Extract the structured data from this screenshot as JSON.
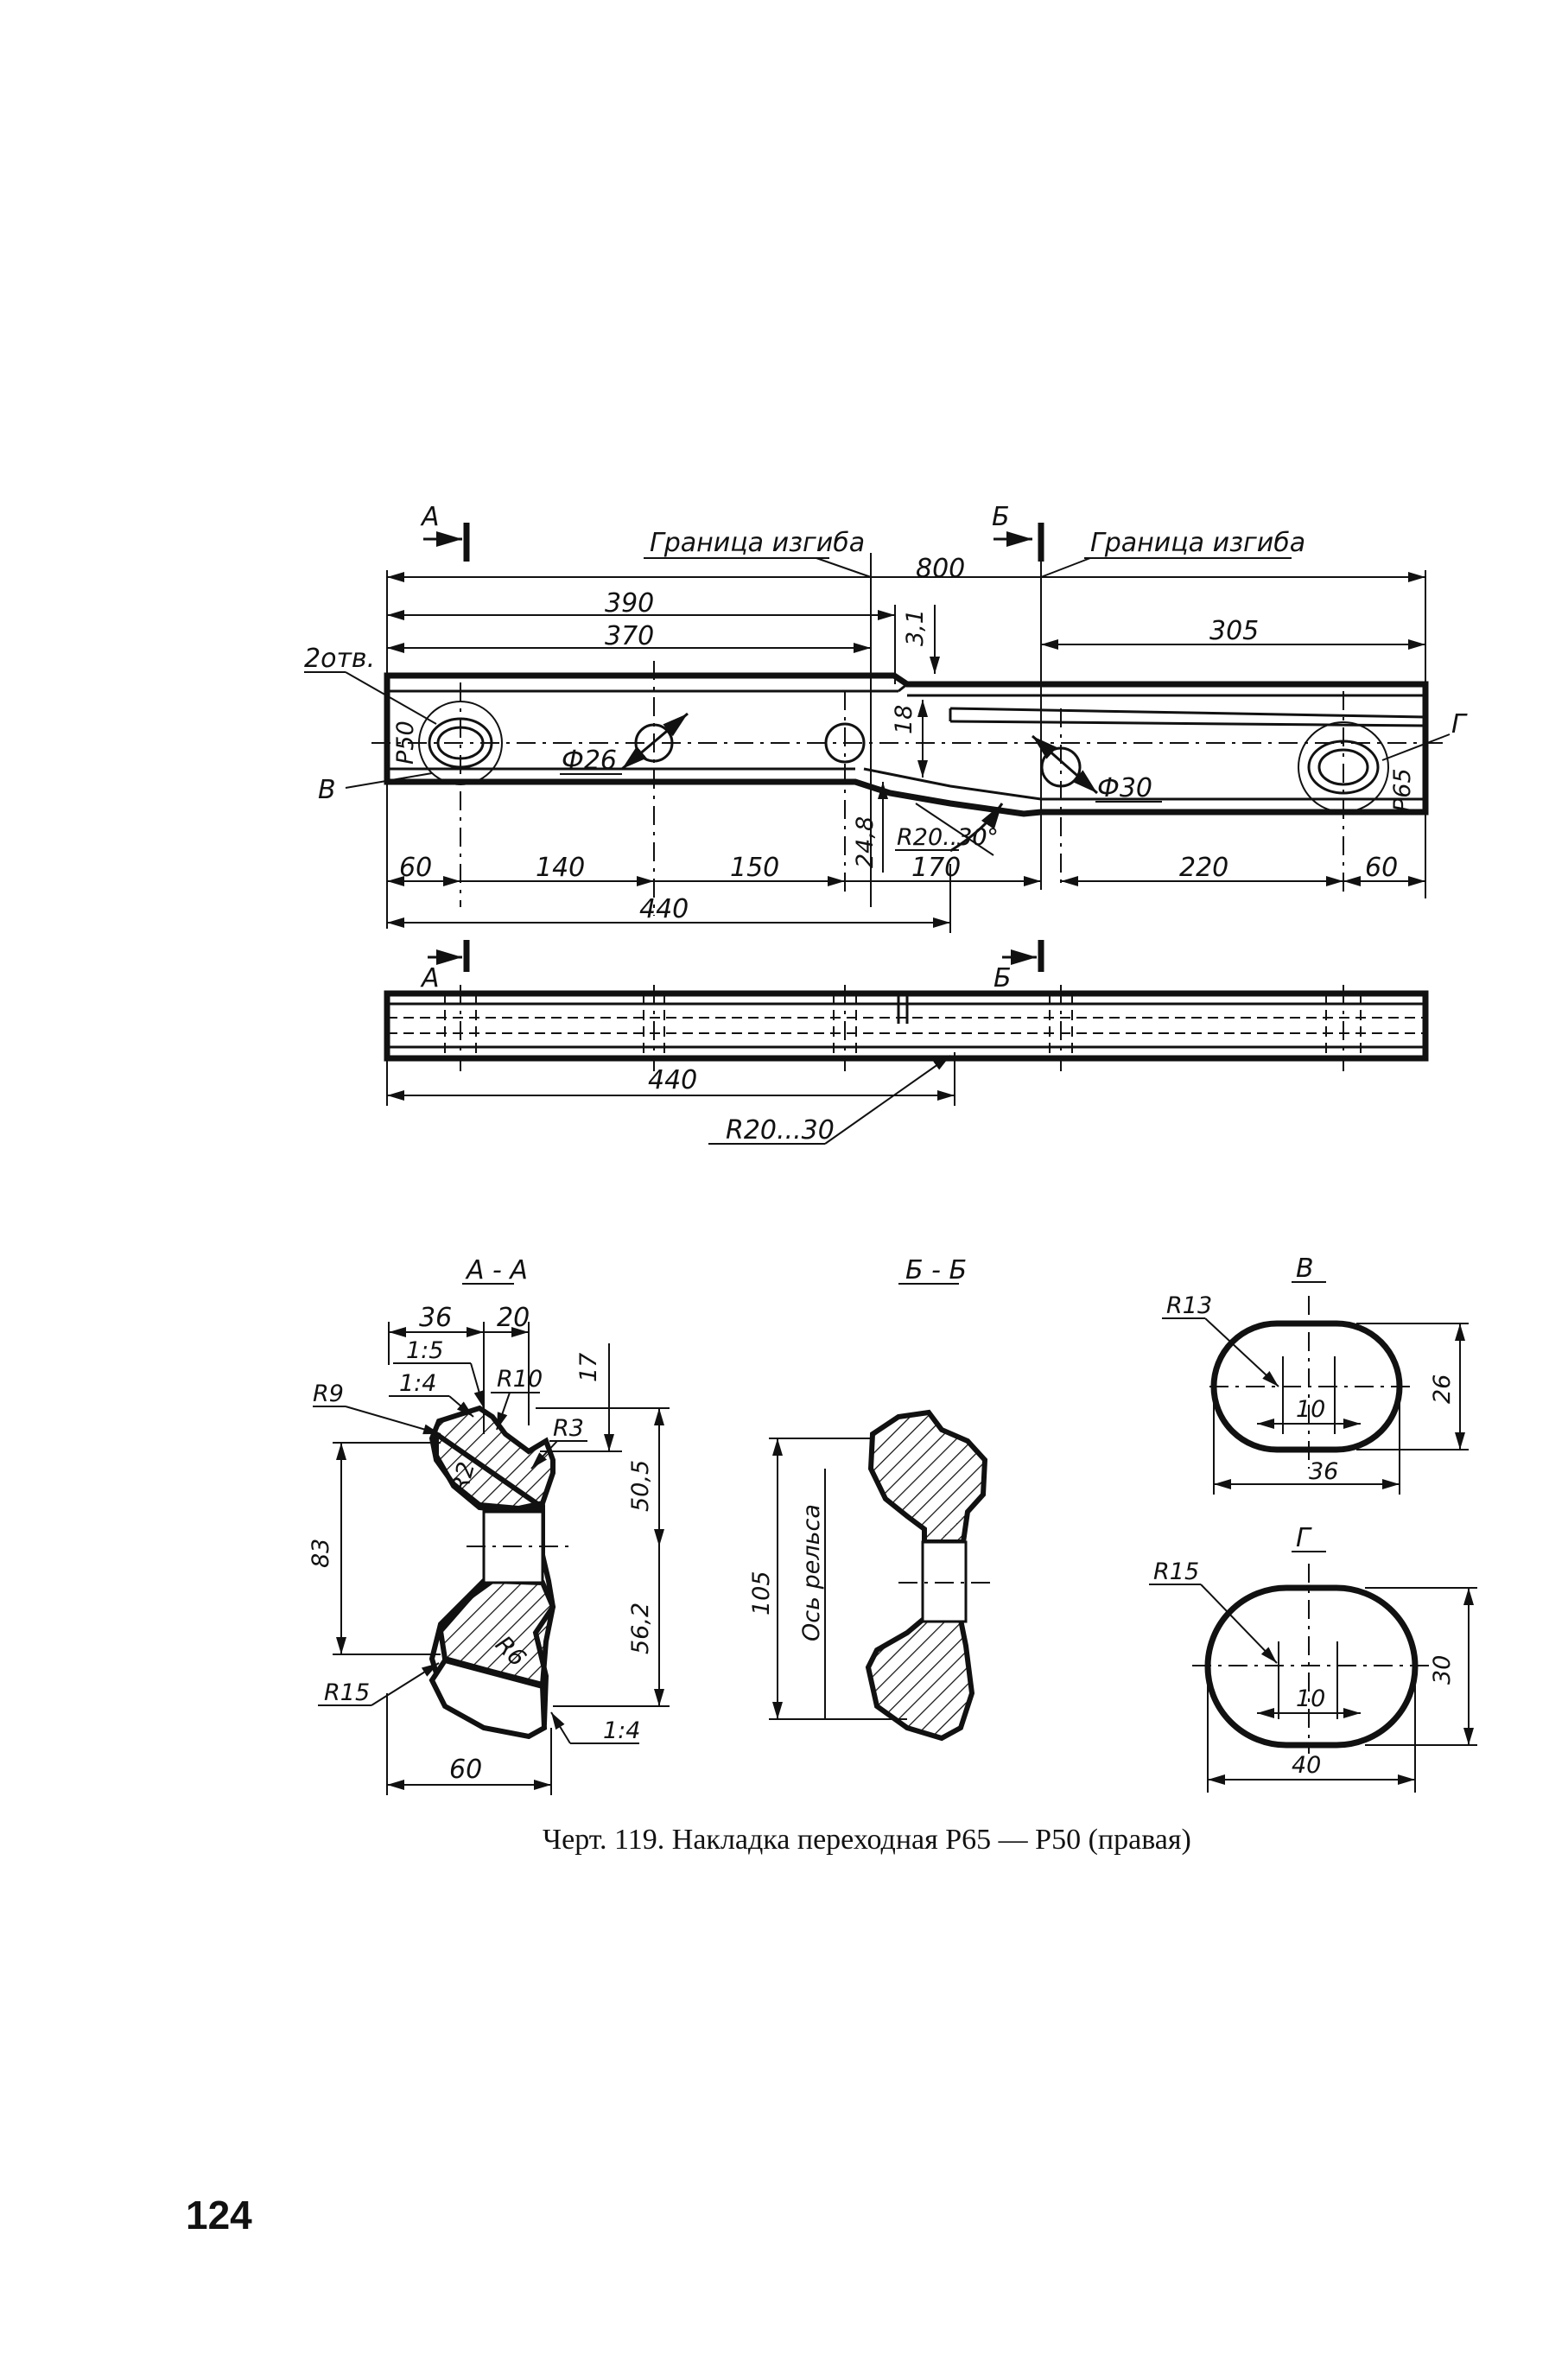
{
  "caption": "Черт. 119. Накладка переходная Р65 — Р50 (правая)",
  "page_number": "124",
  "top_view": {
    "section_mark_a": "А",
    "section_mark_b": "Б",
    "bend_boundary_left": "Граница изгиба",
    "bend_boundary_right": "Граница изгиба",
    "dim_total": "800",
    "dim_390": "390",
    "dim_370": "370",
    "dim_305": "305",
    "dim_3_1": "3,1",
    "dim_18": "18",
    "dim_24_8": "24,8",
    "dim_r20_30": "R20..30",
    "dim_30": "30°",
    "hole_d26": "Ф26",
    "hole_d30": "Ф30",
    "two_holes": "2отв.",
    "label_b": "В",
    "label_g": "Г",
    "rail_p50": "Р50",
    "rail_p65": "Р65",
    "dim_60_left": "60",
    "dim_140": "140",
    "dim_150": "150",
    "dim_170": "170",
    "dim_220": "220",
    "dim_60_right": "60",
    "dim_440": "440"
  },
  "side_view": {
    "section_mark_a": "А",
    "section_mark_b": "Б",
    "dim_440": "440",
    "dim_r20_30": "R20...30"
  },
  "section_aa": {
    "title": "А - А",
    "dim_36": "36",
    "dim_20": "20",
    "slope_1_5": "1:5",
    "slope_1_4": "1:4",
    "slope_1_4_bottom": "1:4",
    "r10": "R10",
    "r9": "R9",
    "r2": "R2",
    "r3": "R3",
    "r6": "R6",
    "r15": "R15",
    "dim_17": "17",
    "dim_50_5": "50,5",
    "dim_56_2": "56,2",
    "dim_83": "83",
    "dim_60": "60"
  },
  "section_bb": {
    "title": "Б - Б",
    "dim_105": "105",
    "rail_axis": "Ось рельса"
  },
  "detail_v": {
    "title": "В",
    "r13": "R13",
    "dim_10": "10",
    "dim_36": "36",
    "dim_26": "26"
  },
  "detail_g": {
    "title": "Г",
    "r15": "R15",
    "dim_10": "10",
    "dim_40": "40",
    "dim_30": "30"
  }
}
